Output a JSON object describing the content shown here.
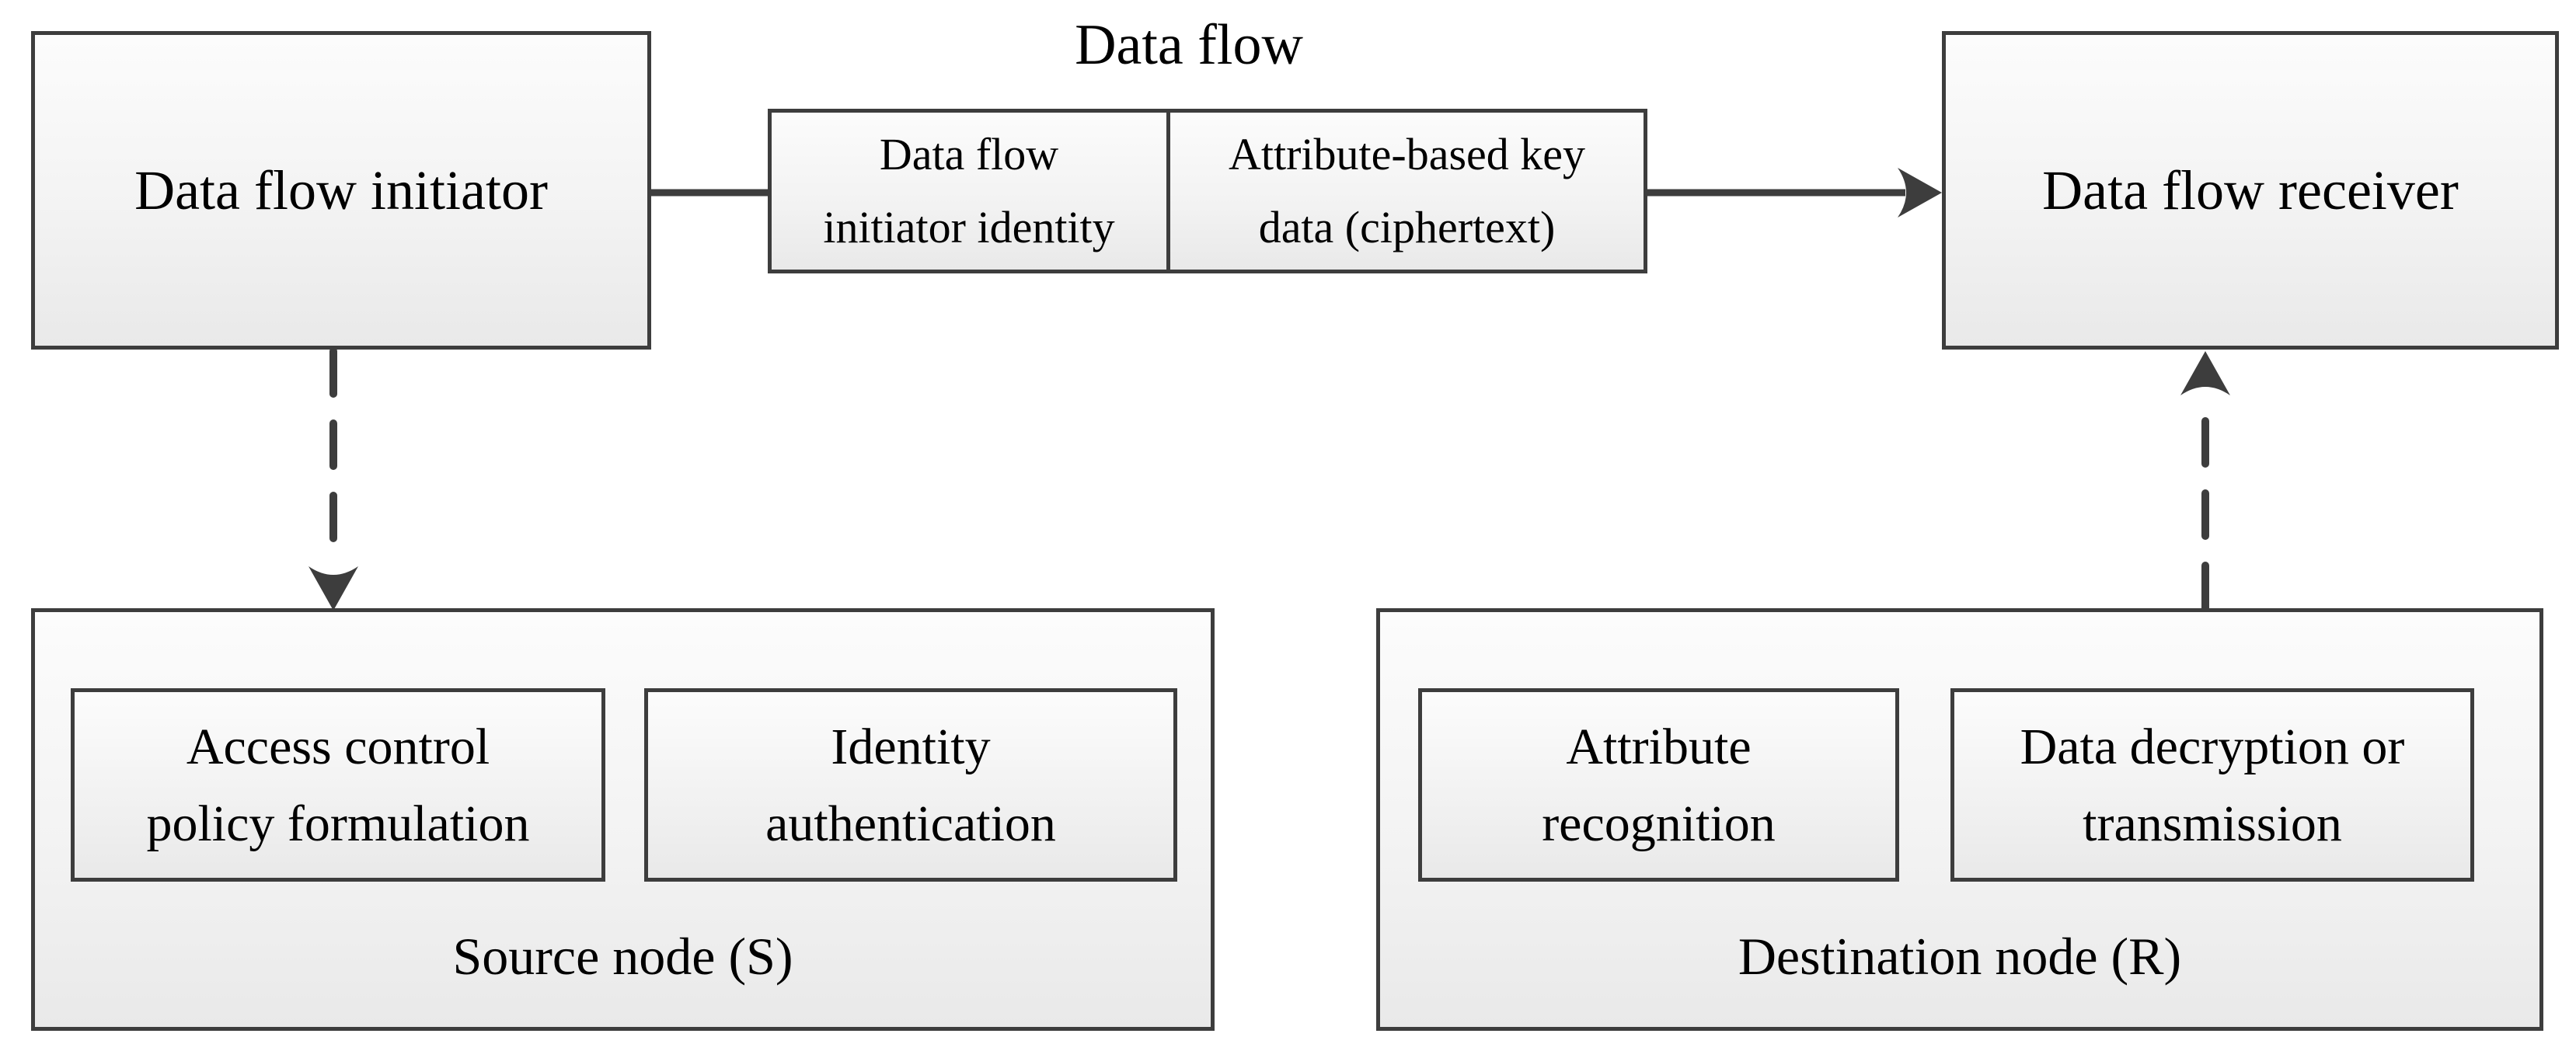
{
  "diagram": {
    "title": "Data flow",
    "colors": {
      "line": "#3d3d3d",
      "box_fill_top": "#fcfcfc",
      "box_fill_bottom": "#e9e9e9",
      "text": "#000000",
      "background": "#ffffff"
    },
    "nodes": {
      "initiator": {
        "label": "Data flow initiator"
      },
      "receiver": {
        "label": "Data flow receiver"
      },
      "message": {
        "left_cell": {
          "text": "Data flow initiator identity",
          "lines": [
            "Data flow",
            "initiator identity"
          ]
        },
        "right_cell": {
          "text": "Attribute-based key data (ciphertext)",
          "lines": [
            "Attribute-based key",
            "data (ciphertext)"
          ]
        }
      },
      "source": {
        "label": "Source node (S)",
        "children": [
          {
            "text": "Access control policy formulation",
            "lines": [
              "Access control",
              "policy formulation"
            ]
          },
          {
            "text": "Identity authentication",
            "lines": [
              "Identity",
              "authentication"
            ]
          }
        ]
      },
      "destination": {
        "label": "Destination node (R)",
        "children": [
          {
            "text": "Attribute recognition",
            "lines": [
              "Attribute",
              "recognition"
            ]
          },
          {
            "text": "Data decryption or transmission",
            "lines": [
              "Data decryption or",
              "transmission"
            ]
          }
        ]
      }
    },
    "edges": [
      {
        "name": "initiator-to-receiver",
        "style": "solid",
        "from": "Data flow initiator",
        "to": "Data flow receiver"
      },
      {
        "name": "initiator-to-source-node",
        "style": "dashed",
        "from": "Data flow initiator",
        "to": "Source node (S)"
      },
      {
        "name": "destination-node-to-receiver",
        "style": "dashed",
        "from": "Destination node (R)",
        "to": "Data flow receiver"
      }
    ]
  }
}
